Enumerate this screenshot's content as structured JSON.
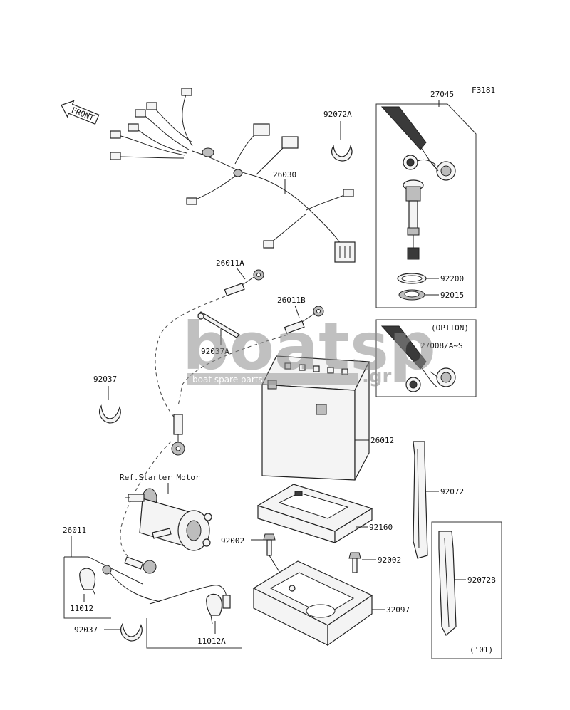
{
  "figure_code": "F3181",
  "front_label": "FRONT",
  "reference_label": "Ref.Starter Motor",
  "option_label": "(OPTION)",
  "year_note": "('01)",
  "watermark": {
    "brand": "boatsp",
    "tagline": "boat spare parts",
    "tld": ".gr"
  },
  "callouts": [
    {
      "id": "c27045",
      "text": "27045"
    },
    {
      "id": "c92072A",
      "text": "92072A"
    },
    {
      "id": "c26030",
      "text": "26030"
    },
    {
      "id": "c92200",
      "text": "92200"
    },
    {
      "id": "c92015",
      "text": "92015"
    },
    {
      "id": "c26011A",
      "text": "26011A"
    },
    {
      "id": "c26011B",
      "text": "26011B"
    },
    {
      "id": "c92037A",
      "text": "92037A"
    },
    {
      "id": "c27008",
      "text": "27008/A~S"
    },
    {
      "id": "c92037a",
      "text": "92037"
    },
    {
      "id": "c26012",
      "text": "26012"
    },
    {
      "id": "c92072",
      "text": "92072"
    },
    {
      "id": "c92160",
      "text": "92160"
    },
    {
      "id": "c92002a",
      "text": "92002"
    },
    {
      "id": "c92002b",
      "text": "92002"
    },
    {
      "id": "c26011",
      "text": "26011"
    },
    {
      "id": "c92072B",
      "text": "92072B"
    },
    {
      "id": "c32097",
      "text": "32097"
    },
    {
      "id": "c11012",
      "text": "11012"
    },
    {
      "id": "c92037b",
      "text": "92037"
    },
    {
      "id": "c11012A",
      "text": "11012A"
    }
  ]
}
